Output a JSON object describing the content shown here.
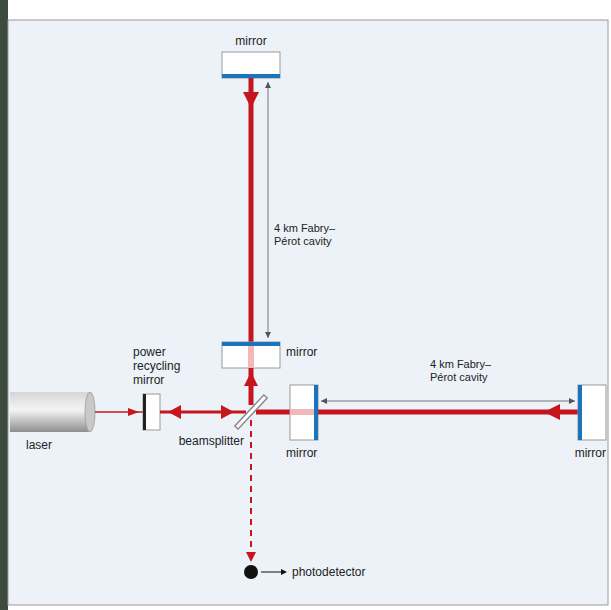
{
  "diagram": {
    "labels": [
      "mirror",
      "4 km Fabry–Pérot cavity",
      "mirror",
      "power recycling mirror",
      "4 km Fabry–Pérot cavity",
      "laser",
      "beamsplitter",
      "mirror",
      "mirror",
      "photodetector"
    ]
  }
}
